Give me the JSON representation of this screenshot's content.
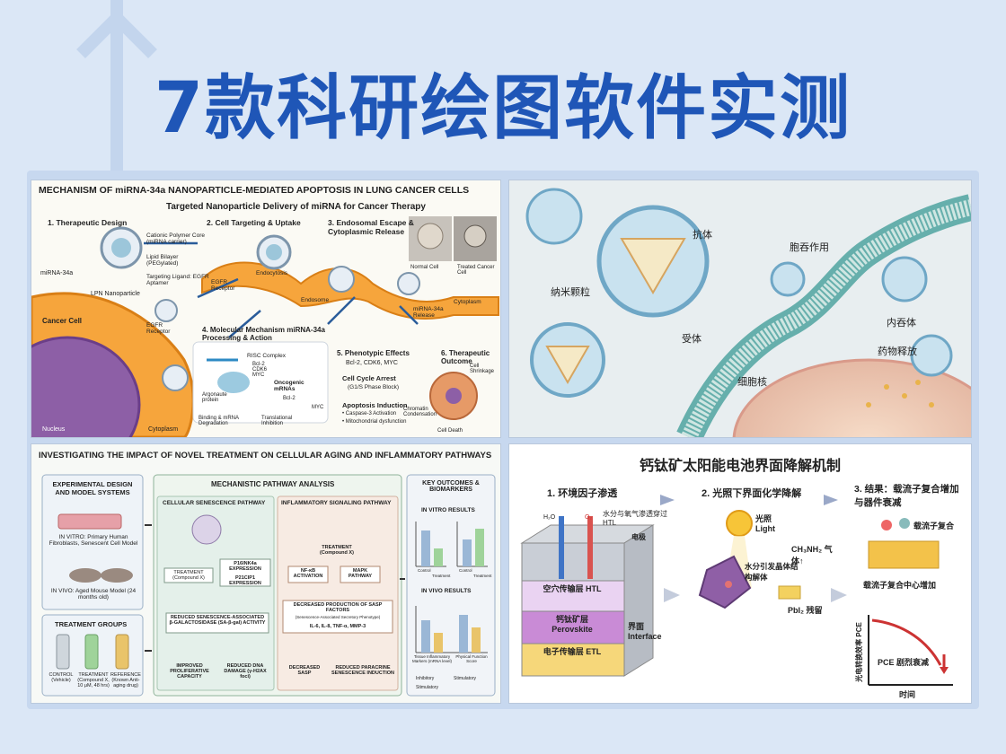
{
  "title": "7款科研绘图软件实测",
  "colors": {
    "title": "#1f56b7",
    "background": "#dbe7f6"
  },
  "panel1": {
    "heading": "MECHANISM OF miRNA-34a NANOPARTICLE-MEDIATED APOPTOSIS IN LUNG CANCER CELLS",
    "subheading": "Targeted Nanoparticle Delivery of miRNA for Cancer Therapy",
    "step1": "1. Therapeutic Design",
    "step2": "2. Cell Targeting & Uptake",
    "step3": "3. Endosomal Escape & Cytoplasmic Release",
    "step4": "4. Molecular Mechanism miRNA-34a Processing & Action",
    "step5": "5. Phenotypic Effects",
    "step5sub": "Bcl-2, CDK6, MYC",
    "step6": "6. Therapeutic Outcome",
    "labels": {
      "core": "Cationic Polymer Core (miRNA carrier)",
      "bilayer": "Lipid Bilayer (PEGylated)",
      "ligand": "Targeting Ligand: EGFR Aptamer",
      "mirna": "miRNA-34a",
      "lnp": "LPN Nanoparticle",
      "egfr": "EGFR Receptor",
      "egfr2": "EGFR Receptor",
      "endocytosis": "Endocytosis",
      "endosome": "Endosome",
      "cytoplasm": "Cytoplasm",
      "release": "miRNA-34a Release",
      "normal": "Normal Cell",
      "treated": "Treated Cancer Cell",
      "cancer": "Cancer Cell",
      "nucleus": "Nucleus",
      "cytoplasm2": "Cytoplasm",
      "risc": "RISC Complex",
      "targets": "Bcl-2 CDK6 MYC",
      "argonaute": "Argonaute protein",
      "oncogenic": "Oncogenic mRNAs",
      "bcl2": "Bcl-2",
      "myc": "MYC",
      "binding": "Binding & mRNA Degradation",
      "translational": "Translational Inhibition",
      "arrest": "Cell Cycle Arrest",
      "arrestsub": "(G1/S Phase Block)",
      "apoptosis": "Apoptosis Induction",
      "caspase": "• Caspase-3 Activation",
      "mito": "• Mitochondrial dysfunction",
      "shrink": "Cell Shrinkage",
      "chromatin": "Chromatin Condensation",
      "death": "Cell Death"
    }
  },
  "panel2": {
    "labels": {
      "antibody": "抗体",
      "endocytosis": "胞吞作用",
      "nano": "纳米颗粒",
      "receptor": "受体",
      "endosome": "内吞体",
      "release": "药物释放",
      "nucleus": "细胞核"
    }
  },
  "panel3": {
    "heading": "INVESTIGATING THE IMPACT OF NOVEL TREATMENT ON CELLULAR AGING AND INFLAMMATORY PATHWAYS",
    "design_title": "EXPERIMENTAL DESIGN AND MODEL SYSTEMS",
    "vitro": "IN VITRO: Primary Human Fibroblasts, Senescent Cell Model",
    "vivo": "IN VIVO: Aged Mouse Model (24 months old)",
    "groups_title": "TREATMENT GROUPS",
    "groups": [
      "CONTROL (Vehicle)",
      "TREATMENT (Compound X, 10 μM, 48 hrs)",
      "REFERENCE (Known Anti-aging drug)"
    ],
    "mech_title": "MECHANISTIC PATHWAY ANALYSIS",
    "senescence_title": "CELLULAR SENESCENCE PATHWAY",
    "inflammatory_title": "INFLAMMATORY SIGNALING PATHWAY",
    "treatment": "TREATMENT (Compound X)",
    "p16": "P16INK4a EXPRESSION",
    "p21": "P21CIP1 EXPRESSION",
    "reduced_sa": "REDUCED SENESCENCE-ASSOCIATED β-GALACTOSIDASE (SA-β-gal) ACTIVITY",
    "improved": "IMPROVED PROLIFERATIVE CAPACITY",
    "dna": "REDUCED DNA DAMAGE (γ-H2AX foci)",
    "treatment2": "TREATMENT (Compound X)",
    "nfkb": "NF-κB ACTIVATION",
    "mapk": "MAPK PATHWAY",
    "sasp": "DECREASED PRODUCTION OF SASP FACTORS",
    "sasp_sub": "(Senescence-Associated Secretory Phenotype)",
    "cytokines": "IL-6, IL-8, TNF-α, MMP-3",
    "decreased": "DECREASED SASP",
    "paracrine": "REDUCED PARACRINE SENESCENCE INDUCTION",
    "outcomes_title": "KEY OUTCOMES & BIOMARKERS",
    "vitro_results": "IN VITRO RESULTS",
    "vivo_results": "IN VIVO RESULTS",
    "legend": [
      "Inhibitory",
      "Stimulatory",
      "Stimulatory"
    ],
    "chart1_cats": [
      "Control",
      "Treatment"
    ],
    "chart2_cats": [
      "Control",
      "Treatment"
    ],
    "vivo_cats": [
      "Tissue Inflammatory Markers (mRNA level)",
      "Physical Function Score"
    ]
  },
  "panel4": {
    "heading": "钙钛矿太阳能电池界面降解机制",
    "step1": "1. 环境因子渗透",
    "step2": "2. 光照下界面化学降解",
    "step3": "3. 结果：载流子复合增加与器件衰减",
    "labels": {
      "h2o": "H₂O",
      "o2": "O₂",
      "penetrate": "水分与氧气渗透穿过HTL",
      "electrode": "电极",
      "htl": "空穴传输层 HTL",
      "perovskite": "钙钛矿层 Perovskite",
      "interface": "界面 Interface",
      "etl": "电子传输层 ETL",
      "light": "光照 Light",
      "ch3nh2": "CH₃NH₂ 气体↑",
      "moisture": "水分引发晶体结构解体",
      "pbi2": "PbI₂ 残留",
      "recomb": "载流子复合",
      "recomb_center": "载流子复合中心增加",
      "pce_axis": "光电转换效率 PCE",
      "time_axis": "时间",
      "pce_drop": "PCE 剧烈衰减"
    }
  }
}
